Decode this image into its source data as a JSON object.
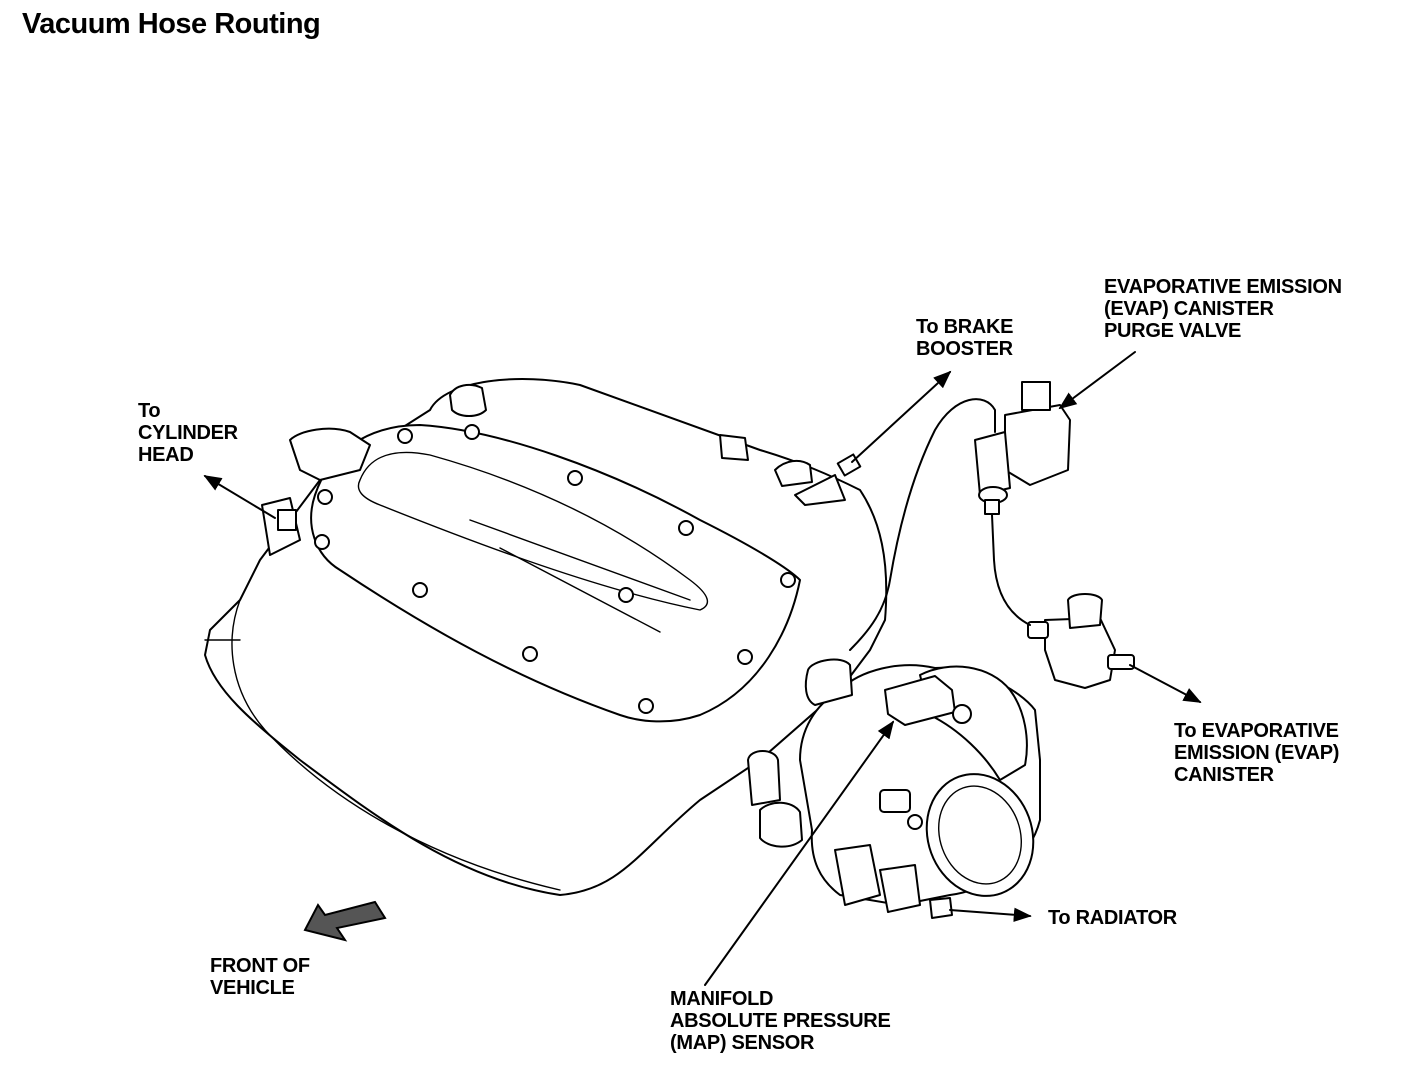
{
  "title": "Vacuum Hose Routing",
  "labels": {
    "to_cylinder_head": [
      "To",
      "CYLINDER",
      "HEAD"
    ],
    "to_brake_booster": [
      "To BRAKE",
      "BOOSTER"
    ],
    "evap_purge_valve": [
      "EVAPORATIVE EMISSION",
      "(EVAP) CANISTER",
      "PURGE VALVE"
    ],
    "to_evap_canister": [
      "To EVAPORATIVE",
      "EMISSION (EVAP)",
      "CANISTER"
    ],
    "to_radiator": [
      "To RADIATOR"
    ],
    "map_sensor": [
      "MANIFOLD",
      "ABSOLUTE PRESSURE",
      "(MAP) SENSOR"
    ],
    "front_of_vehicle": [
      "FRONT OF",
      "VEHICLE"
    ]
  }
}
